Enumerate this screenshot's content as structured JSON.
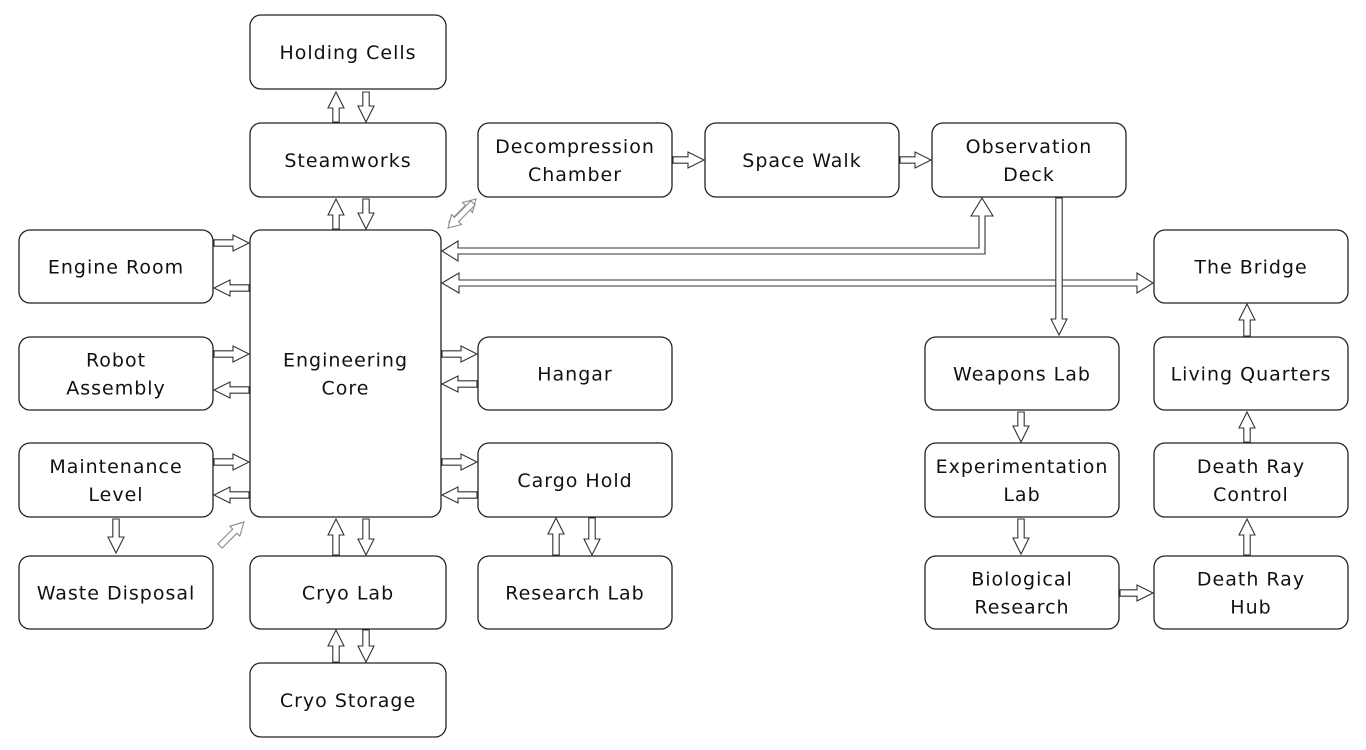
{
  "nodes": {
    "holding_cells": {
      "label": [
        "Holding Cells"
      ]
    },
    "steamworks": {
      "label": [
        "Steamworks"
      ]
    },
    "decompression": {
      "label": [
        "Decompression",
        "Chamber"
      ]
    },
    "space_walk": {
      "label": [
        "Space Walk"
      ]
    },
    "observation": {
      "label": [
        "Observation",
        "Deck"
      ]
    },
    "engine_room": {
      "label": [
        "Engine Room"
      ]
    },
    "engineering_core": {
      "label": [
        "Engineering",
        "Core"
      ]
    },
    "the_bridge": {
      "label": [
        "The Bridge"
      ]
    },
    "robot_assembly": {
      "label": [
        "Robot",
        "Assembly"
      ]
    },
    "hangar": {
      "label": [
        "Hangar"
      ]
    },
    "weapons_lab": {
      "label": [
        "Weapons Lab"
      ]
    },
    "living_quarters": {
      "label": [
        "Living Quarters"
      ]
    },
    "maintenance": {
      "label": [
        "Maintenance",
        "Level"
      ]
    },
    "cargo_hold": {
      "label": [
        "Cargo Hold"
      ]
    },
    "experimentation_lab": {
      "label": [
        "Experimentation",
        "Lab"
      ]
    },
    "death_ray_control": {
      "label": [
        "Death Ray",
        "Control"
      ]
    },
    "waste_disposal": {
      "label": [
        "Waste Disposal"
      ]
    },
    "cryo_lab": {
      "label": [
        "Cryo Lab"
      ]
    },
    "research_lab": {
      "label": [
        "Research Lab"
      ]
    },
    "biological_research": {
      "label": [
        "Biological",
        "Research"
      ]
    },
    "death_ray_hub": {
      "label": [
        "Death Ray",
        "Hub"
      ]
    },
    "cryo_storage": {
      "label": [
        "Cryo Storage"
      ]
    }
  },
  "edges": [
    {
      "from": "steamworks",
      "to": "holding_cells",
      "type": "bidirectional"
    },
    {
      "from": "engineering_core",
      "to": "steamworks",
      "type": "bidirectional"
    },
    {
      "from": "decompression",
      "to": "space_walk",
      "type": "directed"
    },
    {
      "from": "space_walk",
      "to": "observation",
      "type": "directed"
    },
    {
      "from": "engine_room",
      "to": "engineering_core",
      "type": "bidirectional"
    },
    {
      "from": "robot_assembly",
      "to": "engineering_core",
      "type": "bidirectional"
    },
    {
      "from": "maintenance",
      "to": "engineering_core",
      "type": "bidirectional"
    },
    {
      "from": "engineering_core",
      "to": "hangar",
      "type": "bidirectional"
    },
    {
      "from": "engineering_core",
      "to": "cargo_hold",
      "type": "bidirectional"
    },
    {
      "from": "engineering_core",
      "to": "cryo_lab",
      "type": "bidirectional"
    },
    {
      "from": "cryo_lab",
      "to": "cryo_storage",
      "type": "bidirectional"
    },
    {
      "from": "cargo_hold",
      "to": "research_lab",
      "type": "bidirectional"
    },
    {
      "from": "maintenance",
      "to": "waste_disposal",
      "type": "directed"
    },
    {
      "from": "engineering_core",
      "to": "observation",
      "type": "bidirectional"
    },
    {
      "from": "engineering_core",
      "to": "the_bridge",
      "type": "bidirectional"
    },
    {
      "from": "observation",
      "to": "weapons_lab",
      "type": "directed"
    },
    {
      "from": "weapons_lab",
      "to": "experimentation_lab",
      "type": "directed"
    },
    {
      "from": "experimentation_lab",
      "to": "biological_research",
      "type": "directed"
    },
    {
      "from": "biological_research",
      "to": "death_ray_hub",
      "type": "directed"
    },
    {
      "from": "death_ray_hub",
      "to": "death_ray_control",
      "type": "directed"
    },
    {
      "from": "death_ray_control",
      "to": "living_quarters",
      "type": "directed"
    },
    {
      "from": "living_quarters",
      "to": "the_bridge",
      "type": "directed"
    }
  ]
}
